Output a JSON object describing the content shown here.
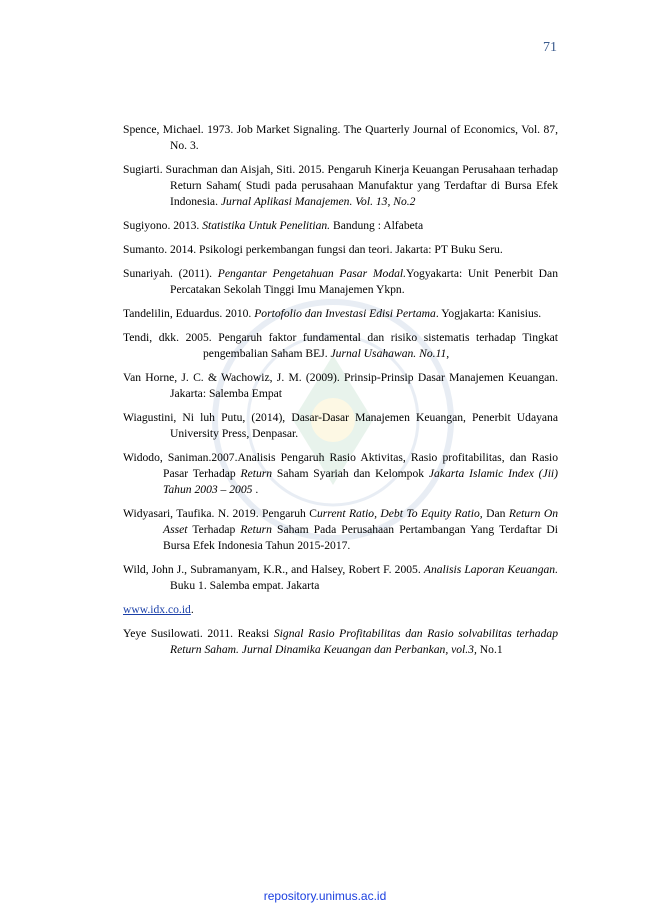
{
  "page_number": "71",
  "references": [
    {
      "segments": [
        {
          "t": "Spence, Michael. 1973. Job Market Signaling. The Quarterly Journal of Economics, Vol. 87, No. 3."
        }
      ]
    },
    {
      "segments": [
        {
          "t": "Sugiarti. Surachman dan Aisjah, Siti. 2015. Pengaruh Kinerja Keuangan Perusahaan terhadap Return Saham( Studi pada perusahaan Manufaktur yang Terdaftar di Bursa Efek Indonesia. "
        },
        {
          "t": "Jurnal Aplikasi Manajemen. Vol. 13, No.2",
          "i": true
        }
      ]
    },
    {
      "segments": [
        {
          "t": "Sugiyono. 2013. "
        },
        {
          "t": "Statistika Untuk Penelitian.",
          "i": true
        },
        {
          "t": " Bandung : Alfabeta"
        }
      ]
    },
    {
      "segments": [
        {
          "t": "Sumanto. 2014. Psikologi perkembangan fungsi dan teori. Jakarta: PT Buku Seru."
        }
      ]
    },
    {
      "segments": [
        {
          "t": "Sunariyah. (2011). "
        },
        {
          "t": "Pengantar Pengetahuan Pasar Modal.",
          "i": true
        },
        {
          "t": "Yogyakarta: Unit Penerbit Dan Percatakan Sekolah Tinggi Imu Manajemen Ykpn."
        }
      ]
    },
    {
      "segments": [
        {
          "t": "Tandelilin, Eduardus. 2010. "
        },
        {
          "t": "Portofolio dan Investasi Edisi Pertama",
          "i": true
        },
        {
          "t": ". Yogjakarta: Kanisius."
        }
      ]
    },
    {
      "indent": "wide",
      "segments": [
        {
          "t": "Tendi, dkk. 2005. Pengaruh faktor fundamental dan risiko sistematis terhadap Tingkat pengembalian Saham BEJ. "
        },
        {
          "t": "Jurnal Usahawan. No.11,",
          "i": true
        }
      ]
    },
    {
      "segments": [
        {
          "t": "Van Horne, J. C. & Wachowiz, J. M. (2009). Prinsip-Prinsip Dasar Manajemen Keuangan. Jakarta: Salemba Empat"
        }
      ]
    },
    {
      "segments": [
        {
          "t": "Wiagustini, Ni luh Putu, (2014), Dasar-Dasar Manajemen Keuangan, Penerbit Udayana University Press, Denpasar."
        }
      ]
    },
    {
      "indent": "tight",
      "segments": [
        {
          "t": "Widodo, Saniman.2007.Analisis Pengaruh Rasio Aktivitas, Rasio profitabilitas, dan Rasio Pasar Terhadap "
        },
        {
          "t": "Return",
          "i": true
        },
        {
          "t": " Saham Syariah dan Kelompok "
        },
        {
          "t": "Jakarta Islamic Index (Jii) Tahun 2003 – 2005",
          "i": true
        },
        {
          "t": " ."
        }
      ]
    },
    {
      "indent": "tight",
      "segments": [
        {
          "t": "Widyasari, Taufika. N. 2019. Pengaruh C"
        },
        {
          "t": "urrent Ratio, Debt To Equity Ratio,",
          "i": true
        },
        {
          "t": " Dan "
        },
        {
          "t": "Return On Asset",
          "i": true
        },
        {
          "t": " Terhadap "
        },
        {
          "t": "Return",
          "i": true
        },
        {
          "t": " Saham Pada Perusahaan Pertambangan Yang Terdaftar Di Bursa Efek Indonesia Tahun 2015-2017."
        }
      ]
    },
    {
      "segments": [
        {
          "t": "Wild, John J., Subramanyam, K.R., and Halsey, Robert F. 2005. "
        },
        {
          "t": "Analisis Laporan Keuangan.",
          "i": true
        },
        {
          "t": " Buku 1. Salemba empat. Jakarta"
        }
      ]
    },
    {
      "link": true,
      "segments": [
        {
          "t": "www.idx.co.id",
          "link": true
        },
        {
          "t": "."
        }
      ]
    },
    {
      "segments": [
        {
          "t": "Yeye Susilowati. 2011. Reaksi "
        },
        {
          "t": "Signal Rasio Profitabilitas dan Rasio solvabilitas terhadap Return Saham. Jurnal Dinamika Keuangan dan Perbankan, vol.3,",
          "i": true
        },
        {
          "t": " No.1"
        }
      ]
    }
  ],
  "footer": "repository.unimus.ac.id"
}
